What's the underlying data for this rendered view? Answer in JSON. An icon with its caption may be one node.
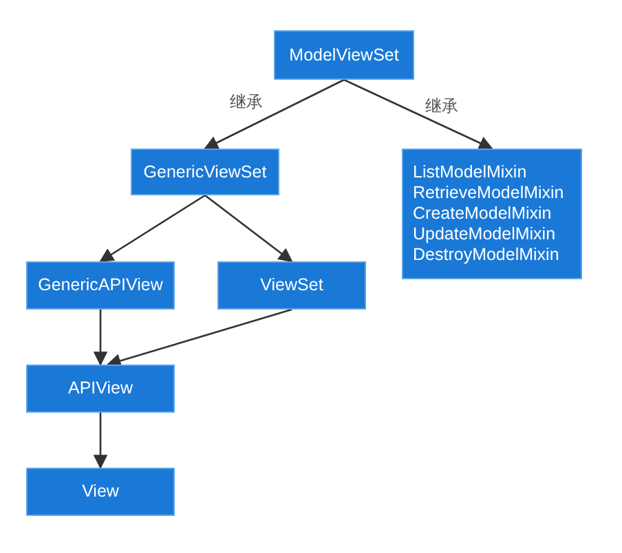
{
  "diagram": {
    "nodes": [
      {
        "text": [
          "ModelViewSet"
        ]
      },
      {
        "text": [
          "GenericViewSet"
        ]
      },
      {
        "text": [
          "ListModelMixin",
          "RetrieveModelMixin",
          "CreateModelMixin",
          "UpdateModelMixin",
          "DestroyModelMixin"
        ]
      },
      {
        "text": [
          "GenericAPIView"
        ]
      },
      {
        "text": [
          "ViewSet"
        ]
      },
      {
        "text": [
          "APIView"
        ]
      },
      {
        "text": [
          "View"
        ]
      }
    ],
    "edges": [
      {
        "from": 0,
        "to": 1,
        "arrow": "to",
        "label": "继承"
      },
      {
        "from": 0,
        "to": 2,
        "arrow": "to",
        "label": "继承"
      },
      {
        "from": 1,
        "to": 3,
        "arrow": "to"
      },
      {
        "from": 1,
        "to": 4,
        "arrow": "to"
      },
      {
        "from": 3,
        "to": 5,
        "arrow": "to"
      },
      {
        "from": 4,
        "to": 5,
        "arrow": "to"
      },
      {
        "from": 5,
        "to": 6,
        "arrow": "to"
      }
    ]
  }
}
